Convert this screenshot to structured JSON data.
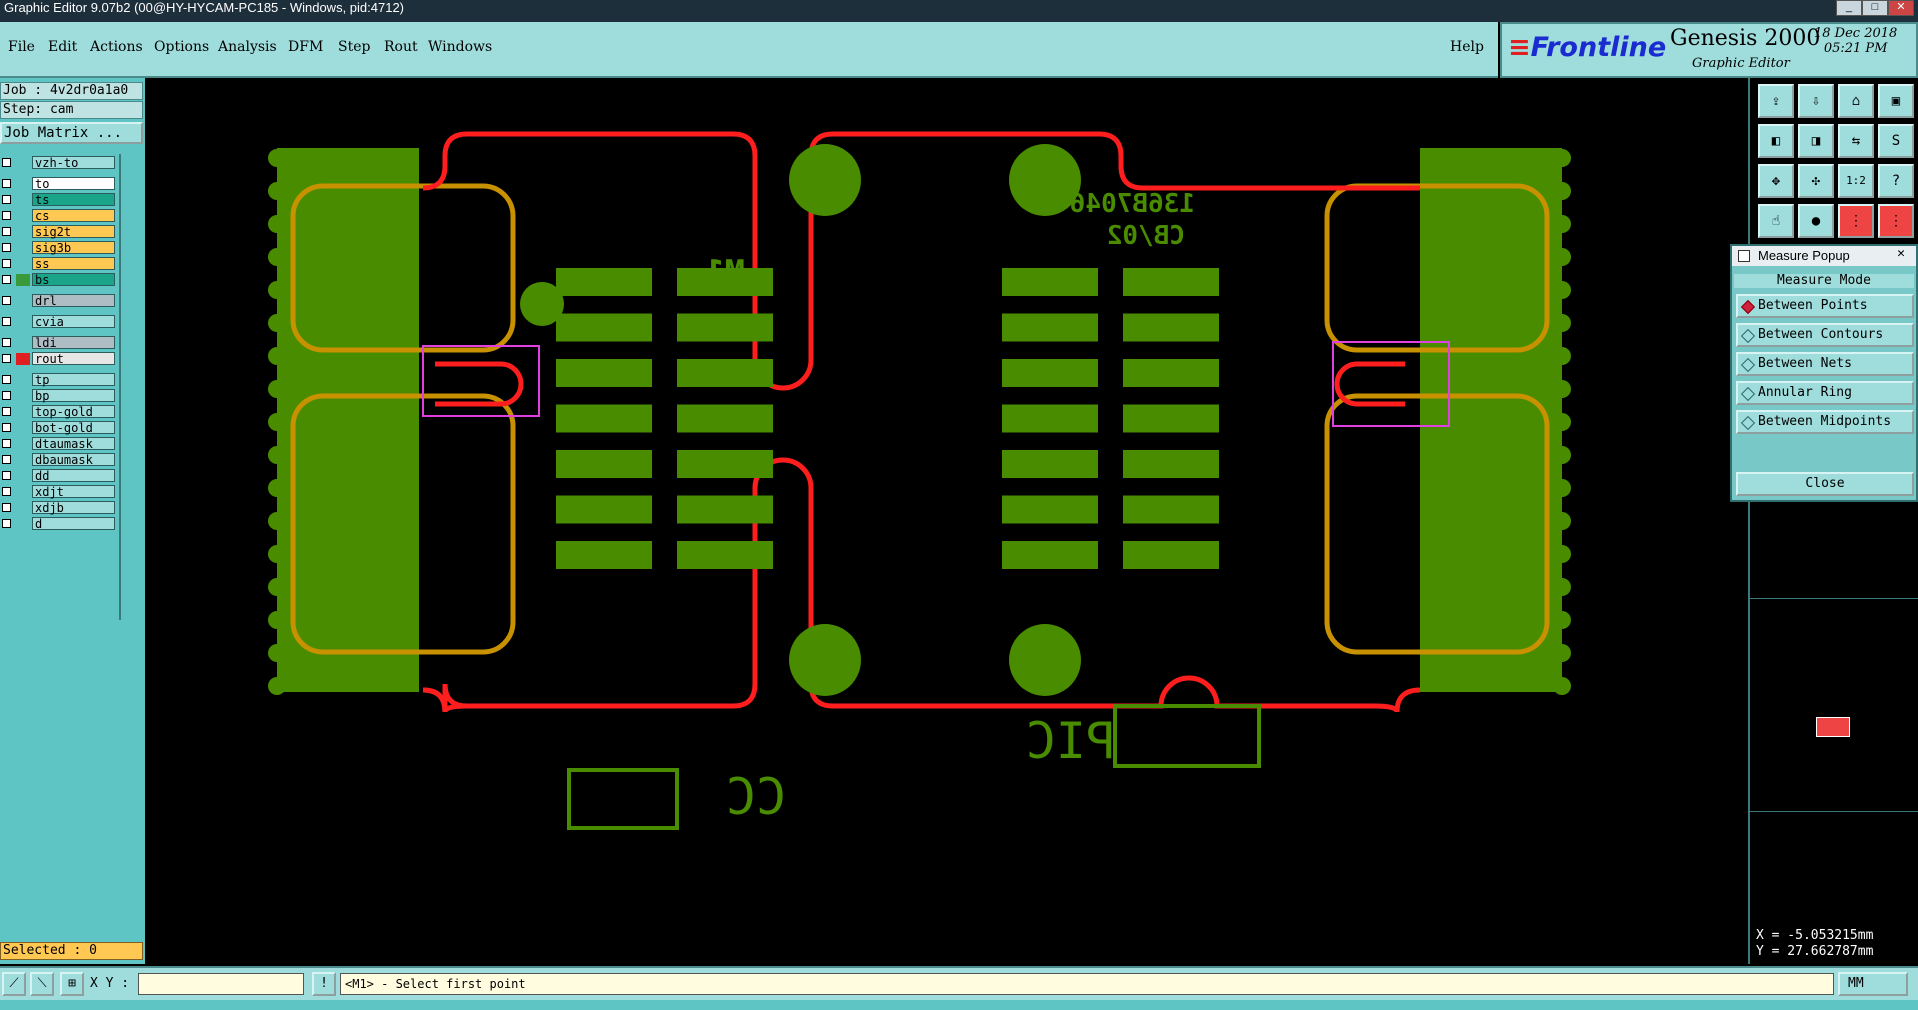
{
  "window": {
    "title": "Graphic Editor 9.07b2 (00@HY-HYCAM-PC185 - Windows, pid:4712)",
    "min_label": "_",
    "max_label": "□",
    "close_label": "✕"
  },
  "menubar": {
    "items": [
      {
        "label": "File"
      },
      {
        "label": "Edit"
      },
      {
        "label": "Actions"
      },
      {
        "label": "Options"
      },
      {
        "label": "Analysis"
      },
      {
        "label": "DFM"
      },
      {
        "label": "Step"
      },
      {
        "label": "Rout"
      },
      {
        "label": "Windows"
      }
    ],
    "help": "Help"
  },
  "logo": {
    "brand": "Frontline",
    "product": "Genesis 2000",
    "subtitle": "Graphic Editor",
    "date": "18 Dec 2018",
    "time": "05:21 PM"
  },
  "job_info": {
    "job": "Job : 4v2dr0a1a0",
    "step": "Step: cam",
    "matrix_button": "Job Matrix ..."
  },
  "layers": [
    {
      "name": "vzh-to",
      "color": "#9fdcdc",
      "swatch": "#5ec4c4",
      "group": 0
    },
    {
      "name": "to",
      "color": "#ffffff",
      "swatch": "#5ec4c4",
      "group": 1
    },
    {
      "name": "ts",
      "color": "#1aa58a",
      "swatch": "#5ec4c4",
      "group": 1
    },
    {
      "name": "cs",
      "color": "#ffc853",
      "swatch": "#5ec4c4",
      "group": 1
    },
    {
      "name": "sig2t",
      "color": "#ffc853",
      "swatch": "#5ec4c4",
      "group": 1
    },
    {
      "name": "sig3b",
      "color": "#ffc853",
      "swatch": "#5ec4c4",
      "group": 1
    },
    {
      "name": "ss",
      "color": "#ffc853",
      "swatch": "#5ec4c4",
      "group": 1
    },
    {
      "name": "bs",
      "color": "#1aa58a",
      "swatch": "#3a9a3a",
      "group": 1
    },
    {
      "name": "drl",
      "color": "#aebcc4",
      "swatch": "#5ec4c4",
      "group": 2
    },
    {
      "name": "cvia",
      "color": "#9fdcdc",
      "swatch": "#5ec4c4",
      "group": 3
    },
    {
      "name": "ldi",
      "color": "#aebcc4",
      "swatch": "#5ec4c4",
      "group": 4
    },
    {
      "name": "rout",
      "color": "#e6e6e6",
      "swatch": "#e02020",
      "group": 4
    },
    {
      "name": "tp",
      "color": "#9fdcdc",
      "swatch": "#5ec4c4",
      "group": 5
    },
    {
      "name": "bp",
      "color": "#9fdcdc",
      "swatch": "#5ec4c4",
      "group": 5
    },
    {
      "name": "top-gold",
      "color": "#9fdcdc",
      "swatch": "#5ec4c4",
      "group": 5
    },
    {
      "name": "bot-gold",
      "color": "#9fdcdc",
      "swatch": "#5ec4c4",
      "group": 5
    },
    {
      "name": "dtaumask",
      "color": "#9fdcdc",
      "swatch": "#5ec4c4",
      "group": 5
    },
    {
      "name": "dbaumask",
      "color": "#9fdcdc",
      "swatch": "#5ec4c4",
      "group": 5
    },
    {
      "name": "dd",
      "color": "#9fdcdc",
      "swatch": "#5ec4c4",
      "group": 5
    },
    {
      "name": "xdjt",
      "color": "#9fdcdc",
      "swatch": "#5ec4c4",
      "group": 5
    },
    {
      "name": "xdjb",
      "color": "#9fdcdc",
      "swatch": "#5ec4c4",
      "group": 5
    },
    {
      "name": "d",
      "color": "#9fdcdc",
      "swatch": "#5ec4c4",
      "group": 5
    }
  ],
  "selected": "Selected : 0",
  "canvas_texts": {
    "m1": "M1",
    "code1": "136B7046",
    "code2": "CB/02",
    "cc": "CC",
    "pic": "PIC"
  },
  "colors": {
    "pad_green": "#4a8c00",
    "rout_red": "#ff1e1e",
    "contour_orange": "#c79100",
    "highlight_magenta": "#e040e0",
    "panel_cyan": "#9fdcdc"
  },
  "tools": [
    {
      "icon": "import-icon",
      "glyph": "⇪"
    },
    {
      "icon": "export-icon",
      "glyph": "⇩"
    },
    {
      "icon": "home-icon",
      "glyph": "⌂"
    },
    {
      "icon": "window-icon",
      "glyph": "▣"
    },
    {
      "icon": "left-icon",
      "glyph": "◧"
    },
    {
      "icon": "right-icon",
      "glyph": "◨"
    },
    {
      "icon": "mirror-icon",
      "glyph": "⇆"
    },
    {
      "icon": "s-shape-icon",
      "glyph": "S"
    },
    {
      "icon": "zoom-fit-icon",
      "glyph": "✥"
    },
    {
      "icon": "center-icon",
      "glyph": "✣"
    },
    {
      "icon": "ratio-icon",
      "glyph": "1:2"
    },
    {
      "icon": "help-icon",
      "glyph": "?"
    },
    {
      "icon": "hand-icon",
      "glyph": "☝"
    },
    {
      "icon": "probe-icon",
      "glyph": "●"
    },
    {
      "icon": "measure-icon",
      "glyph": "⋮"
    },
    {
      "icon": "measure-alt-icon",
      "glyph": "⋮"
    }
  ],
  "measure_popup": {
    "title": "Measure Popup",
    "close_x": "✕",
    "mode_label": "Measure Mode",
    "options": [
      {
        "label": "Between Points",
        "active": true
      },
      {
        "label": "Between Contours",
        "active": false
      },
      {
        "label": "Between Nets",
        "active": false
      },
      {
        "label": "Annular Ring",
        "active": false
      },
      {
        "label": "Between Midpoints",
        "active": false
      }
    ],
    "close": "Close"
  },
  "coords": {
    "x": "X = -5.053215mm",
    "y": "Y = 27.662787mm"
  },
  "statusbar": {
    "xy_label": "X Y :",
    "xy_value": "",
    "info_glyph": "!",
    "message": "<M1> - Select first point",
    "unit": "MM"
  }
}
